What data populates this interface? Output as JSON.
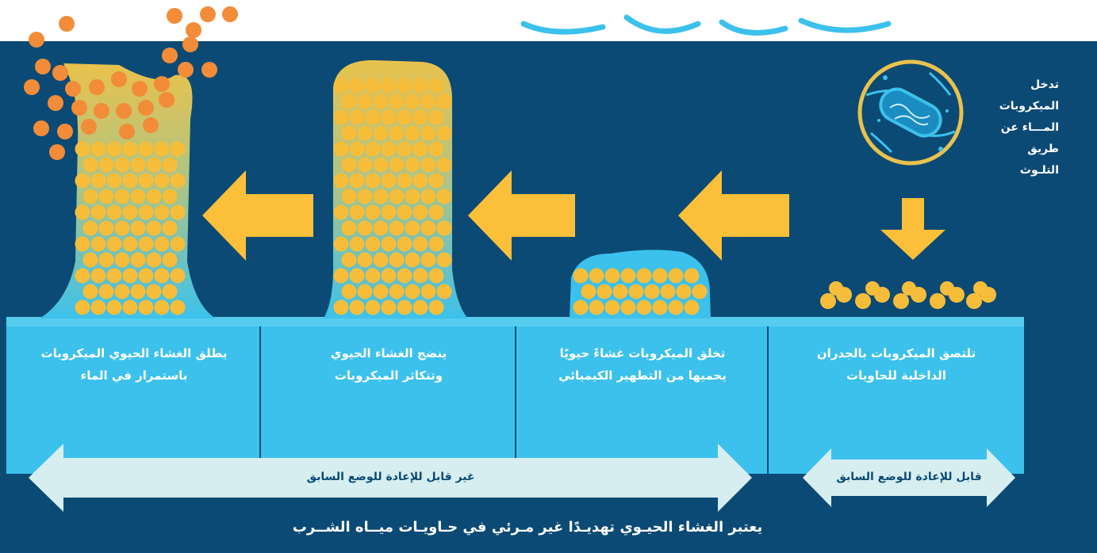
{
  "colors": {
    "background": "#0b4a74",
    "base_band": "#3cc1ec",
    "biofilm_fill": "#e6c24f",
    "bacteria_yellow": "#f6bd3b",
    "bacteria_orange": "#f28c38",
    "arrow": "#fbbf3a",
    "double_arrow": "#d6eef0",
    "text_light": "#ffffff",
    "text_dark": "#0b4a74"
  },
  "icons": [
    "bacterium-icon",
    "arrow-down-icon",
    "arrow-left-icon",
    "double-arrow-icon"
  ],
  "intro_text": [
    "تدخل الميكروبات",
    "المـــاء عن طريق",
    "التلـوث"
  ],
  "stages": [
    {
      "lines": [
        "تلتصق الميكروبات بالجدران",
        "الداخلية للحاويات"
      ]
    },
    {
      "lines": [
        "تخلق الميكروبات غشاءً حيويًا",
        "يحميها من التطهير الكيميائي"
      ]
    },
    {
      "lines": [
        "ينضج الغشاء الحيوي",
        "وتتكاثر الميكروبات"
      ]
    },
    {
      "lines": [
        "يطلق الغشاء الحيوي الميكروبات",
        "باستمرار في الماء"
      ]
    }
  ],
  "reversibility": {
    "reversible": "قابل للإعادة للوضع السابق",
    "irreversible": "غير قابل للإعادة للوضع السابق"
  },
  "footer": "يعتبر الغشاء الحيـوي تهديـدًا غير مـرئي في حـاويـات ميــاه الشــرب"
}
